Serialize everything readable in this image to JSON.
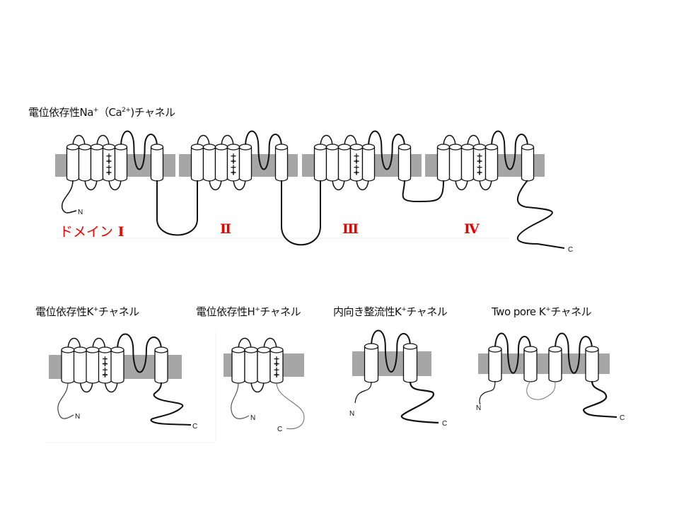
{
  "titles": {
    "na_channel": {
      "main": "電位依存性Na",
      "sup1": "+",
      "mid": "（Ca",
      "sup2": "2+",
      "end": ")チャネル"
    },
    "kv_channel": {
      "main": "電位依存性K",
      "sup": "+",
      "end": "チャネル"
    },
    "hv_channel": {
      "main": "電位依存性H",
      "sup": "+",
      "end": "チャネル"
    },
    "kir_channel": {
      "main": "内向き整流性K",
      "sup": "+",
      "end": "チャネル"
    },
    "k2p_channel": {
      "main": "Two pore K",
      "sup": "+",
      "end": "チャネル"
    }
  },
  "domain_labels": {
    "domain_word": "ドメイン",
    "d1": "Ⅰ",
    "d2": "Ⅱ",
    "d3": "Ⅲ",
    "d4": "Ⅳ"
  },
  "terminals": {
    "n": "N",
    "c": "C"
  },
  "charge_symbol": "+",
  "colors": {
    "membrane": "#a6a6a6",
    "domain_label": "#e00000",
    "line": "#111111"
  }
}
